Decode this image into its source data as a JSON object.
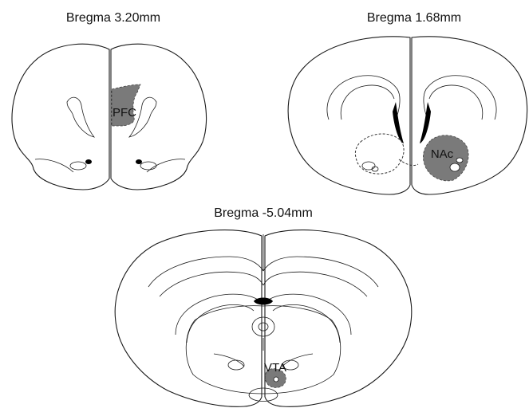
{
  "sections": [
    {
      "title": "Bregma 3.20mm",
      "region": "PFC"
    },
    {
      "title": "Bregma 1.68mm",
      "region": "NAc"
    },
    {
      "title": "Bregma -5.04mm",
      "region": "VTA"
    }
  ],
  "colors": {
    "outline": "#1a1a1a",
    "region_fill": "#7a7a7a",
    "background": "#ffffff"
  }
}
